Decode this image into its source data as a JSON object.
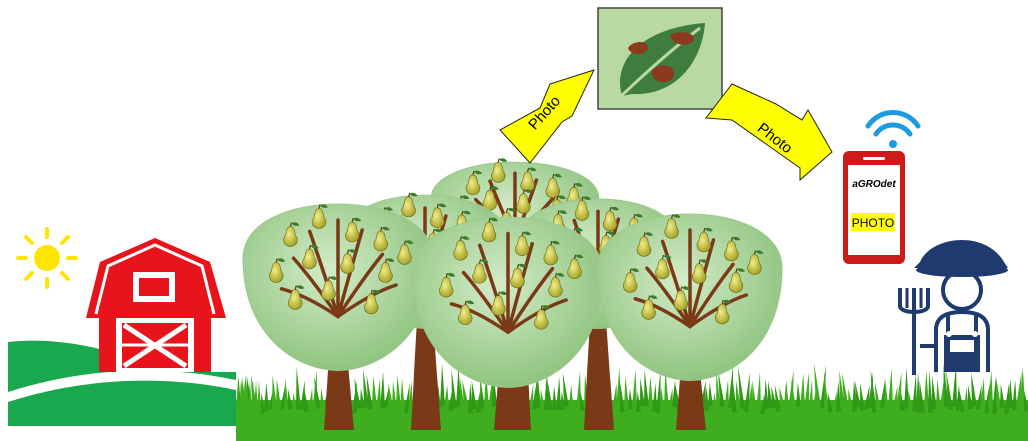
{
  "arrow_left": {
    "label": "Photo"
  },
  "arrow_right": {
    "label": "Photo"
  },
  "phone": {
    "app_name": "aGROdet",
    "screen_text": "PHOTO"
  },
  "colors": {
    "barn_red": "#e8141b",
    "hill_green": "#1aa84f",
    "arrow_yellow": "#ffff00",
    "leaf_panel": "#b9d9a2",
    "leaf_green": "#3e7d3e",
    "lesion_brown": "#8b3a1e",
    "tree_canopy": "#a8d49a",
    "trunk_brown": "#7a3a18",
    "pear_green": "#c8c23a",
    "phone_red": "#cc1b1b",
    "wifi_blue": "#1b9be0",
    "farmer_navy": "#1e3a6e",
    "sun_yellow": "#ffe600",
    "grass_green": "#3fae1e"
  }
}
